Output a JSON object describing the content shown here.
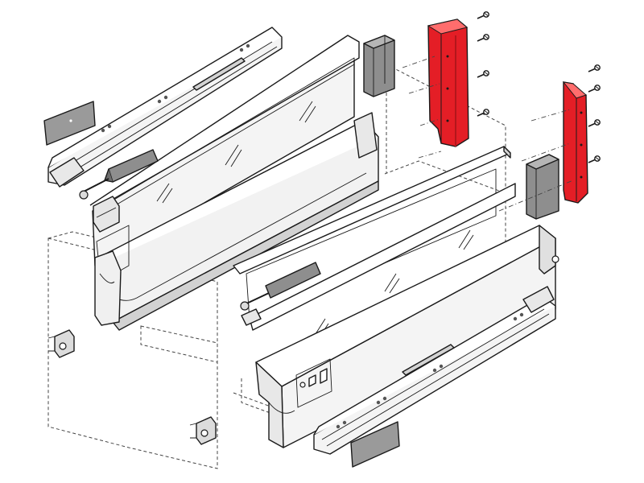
{
  "diagram": {
    "kind": "exploded-assembly",
    "colors": {
      "background": "#ffffff",
      "outline": "#1a1a1a",
      "dashed_outline": "#444444",
      "side_panel_fill": "#f4f4f4",
      "side_panel_shade": "#d2d2d2",
      "glass_fill": "#f2f2f2",
      "stabiliser_fill": "#8e8e8e",
      "stabiliser_shade": "#6d6d6d",
      "cover_cap_fill": "#9a9a9a",
      "front_bracket_fill": "#e41e26",
      "front_bracket_shade": "#b3161c"
    },
    "components": [
      {
        "name": "drawer-runner",
        "icon": "runner-rail"
      },
      {
        "name": "drawer-side-panel",
        "icon": "side-panel"
      },
      {
        "name": "gallery-rail",
        "icon": "rail"
      },
      {
        "name": "glass-insert",
        "icon": "glass-panel"
      },
      {
        "name": "rear-stabiliser",
        "icon": "grey-block"
      },
      {
        "name": "front-fixing-bracket",
        "icon": "red-bracket"
      },
      {
        "name": "fixing-screw",
        "icon": "screw"
      },
      {
        "name": "cover-cap",
        "icon": "grey-plate"
      },
      {
        "name": "rear-bracket",
        "icon": "clip"
      },
      {
        "name": "cabinet-outline",
        "icon": "dashed-box"
      }
    ]
  }
}
